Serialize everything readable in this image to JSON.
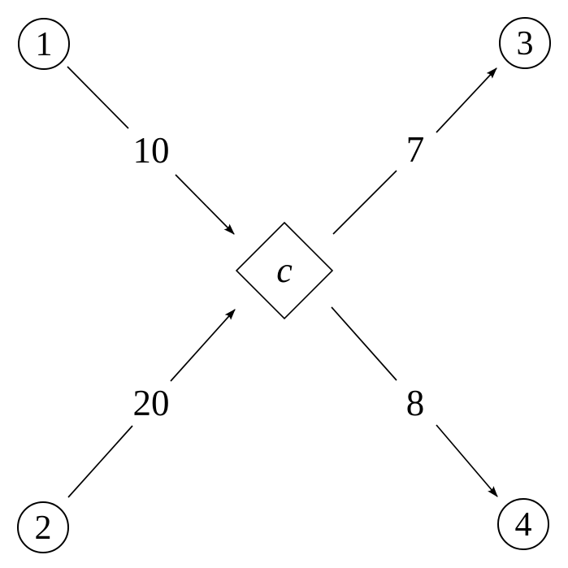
{
  "diagram": {
    "background_color": "#ffffff",
    "line_color": "#000000",
    "nodes": [
      {
        "id": "1",
        "shape": "circle",
        "position": "top-left",
        "label": "1"
      },
      {
        "id": "2",
        "shape": "circle",
        "position": "bottom-left",
        "label": "2"
      },
      {
        "id": "3",
        "shape": "circle",
        "position": "top-right",
        "label": "3"
      },
      {
        "id": "4",
        "shape": "circle",
        "position": "bottom-right",
        "label": "4"
      },
      {
        "id": "c",
        "shape": "diamond",
        "position": "center",
        "label": "c"
      }
    ],
    "edges": [
      {
        "from": "1",
        "to": "c",
        "label": "10"
      },
      {
        "from": "2",
        "to": "c",
        "label": "20"
      },
      {
        "from": "c",
        "to": "3",
        "label": "7"
      },
      {
        "from": "c",
        "to": "4",
        "label": "8"
      }
    ]
  }
}
